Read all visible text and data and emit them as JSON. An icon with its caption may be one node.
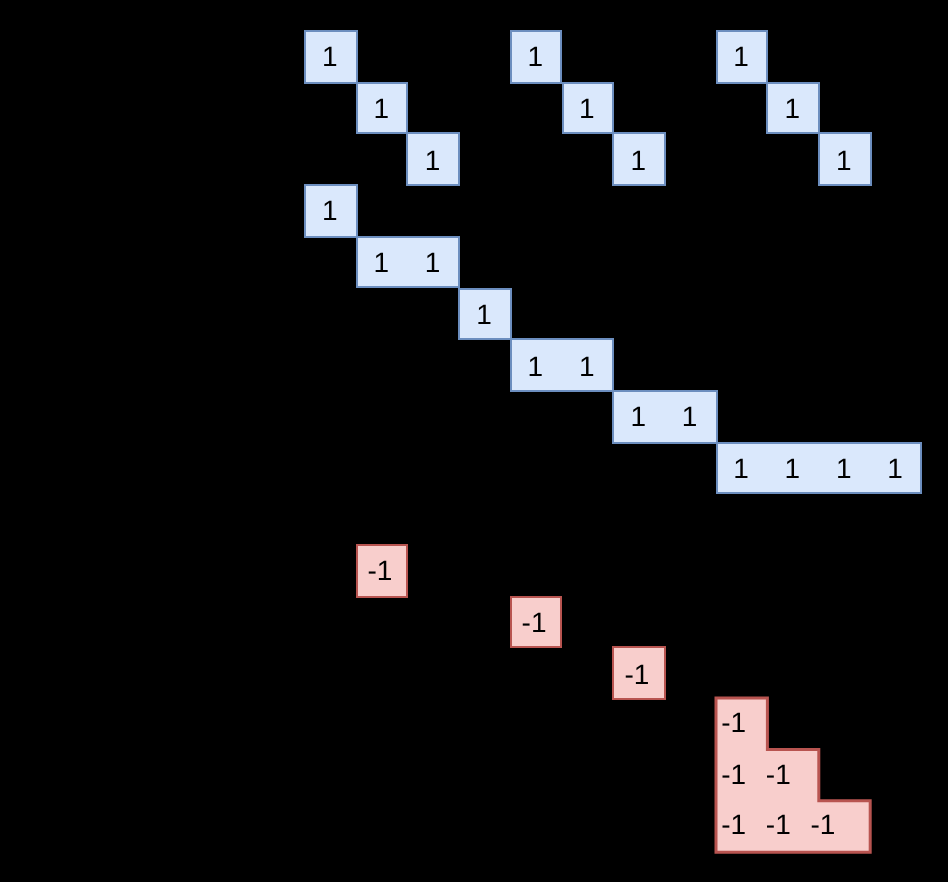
{
  "diagram": {
    "nodes": [
      {
        "text": [
          "1"
        ]
      },
      {
        "text": [
          "1"
        ]
      },
      {
        "text": [
          "1"
        ]
      },
      {
        "text": [
          "1"
        ]
      },
      {
        "text": [
          "1"
        ]
      },
      {
        "text": [
          "1"
        ]
      },
      {
        "text": [
          "1"
        ]
      },
      {
        "text": [
          "1"
        ]
      },
      {
        "text": [
          "1"
        ]
      },
      {
        "text": [
          "1"
        ]
      },
      {
        "text": [
          "1 1"
        ]
      },
      {
        "text": [
          "1"
        ]
      },
      {
        "text": [
          "1 1"
        ]
      },
      {
        "text": [
          "1 1"
        ]
      },
      {
        "text": [
          "1 1 1 1"
        ]
      },
      {
        "text": [
          "-1"
        ]
      },
      {
        "text": [
          "-1"
        ]
      },
      {
        "text": [
          "-1"
        ]
      },
      {
        "text": [
          "-1",
          "-1 -1",
          "-1 -1 -1"
        ]
      }
    ]
  }
}
